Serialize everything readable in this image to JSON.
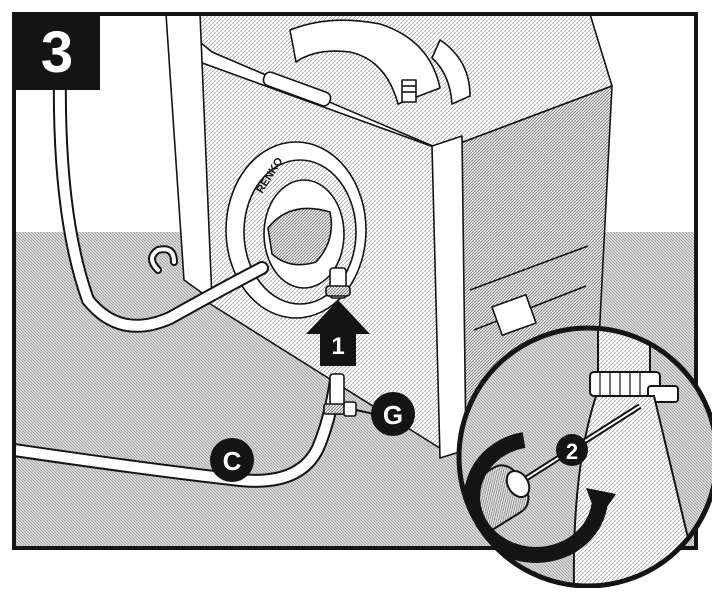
{
  "step": {
    "number": "3"
  },
  "callouts": {
    "arrow_1": "1",
    "arrow_2": "2",
    "label_c": "C",
    "label_g": "G"
  },
  "drum_label": {
    "text": "RENKO"
  },
  "colors": {
    "ink": "#141414",
    "paper": "#ffffff",
    "floor_shade": "#cfcfcf",
    "wall_shade": "#e6e6e6"
  }
}
